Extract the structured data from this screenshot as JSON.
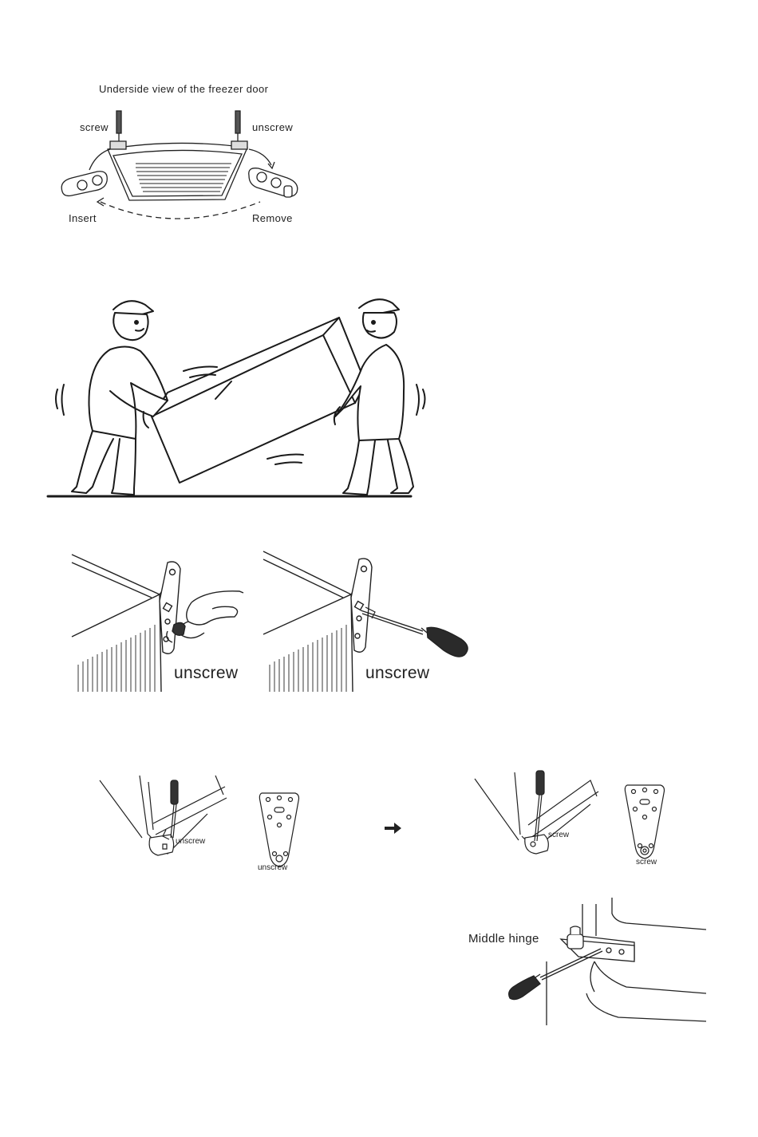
{
  "figure1": {
    "caption": "Underside view of the freezer door",
    "screw": "screw",
    "unscrew": "unscrew",
    "insert": "Insert",
    "remove": "Remove"
  },
  "figure3": {
    "left_label": "unscrew",
    "right_label": "unscrew"
  },
  "figure4": {
    "left_unscrew": "unscrew",
    "plate_left_unscrew": "unscrew",
    "right_screw": "screw",
    "plate_right_screw": "screw"
  },
  "figure5": {
    "label": "Middle hinge"
  }
}
